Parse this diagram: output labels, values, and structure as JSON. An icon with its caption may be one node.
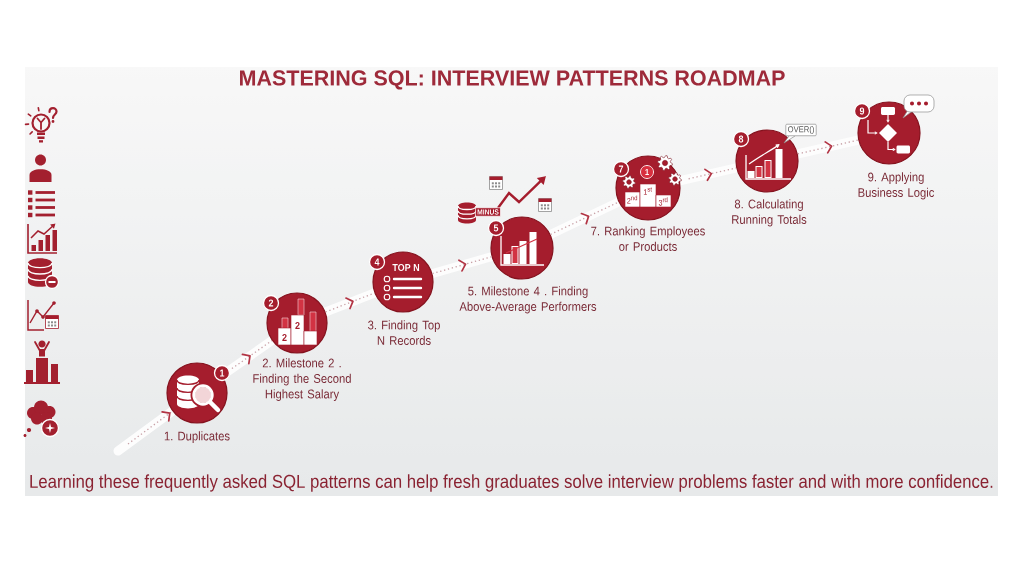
{
  "diagram": {
    "title": "MASTERING SQL: INTERVIEW PATTERNS ROADMAP",
    "caption": "Learning these frequently asked SQL patterns can help fresh graduates solve interview problems faster and with more confidence.",
    "nodes": [
      {
        "text": [
          "1",
          "1. Duplicates"
        ]
      },
      {
        "text": [
          "2",
          "2",
          "2",
          "2. Milestone 2 . Finding the Second Highest Salary"
        ]
      },
      {
        "text": [
          "4",
          "TOP N",
          "3. Finding Top N Records"
        ]
      },
      {
        "text": [
          "MINUS",
          "5",
          "5. Milestone 4 . Finding Above-Average Performers"
        ]
      },
      {
        "text": [
          "7",
          "1",
          "1$^{st}$",
          "2$^{nd}$",
          "3$^{rd}$",
          "7. Ranking Employees or Products"
        ]
      },
      {
        "text": [
          "OVER()",
          "8",
          "8. Calculating Running Totals"
        ]
      },
      {
        "text": [
          "9",
          "9. Applying Business Logic"
        ]
      }
    ],
    "edges": [
      {
        "from": null,
        "to": 0,
        "arrow": "to"
      },
      {
        "from": 0,
        "to": 1,
        "arrow": "to"
      },
      {
        "from": 1,
        "to": 2,
        "arrow": "to"
      },
      {
        "from": 2,
        "to": 3,
        "arrow": "to"
      },
      {
        "from": 3,
        "to": 4,
        "arrow": "to"
      },
      {
        "from": 4,
        "to": 5,
        "arrow": "to"
      },
      {
        "from": 5,
        "to": 6,
        "arrow": "to"
      }
    ]
  }
}
